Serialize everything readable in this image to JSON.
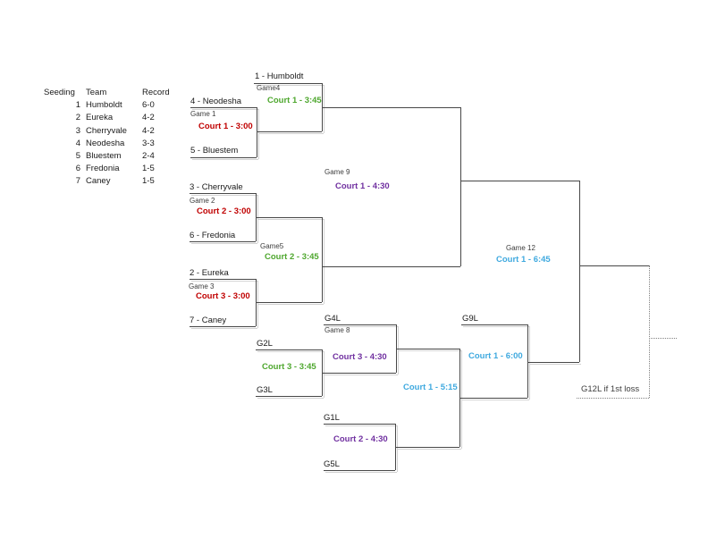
{
  "colors": {
    "schedule_red": "#C00000",
    "schedule_green": "#4EA72E",
    "schedule_purple": "#7030A0",
    "schedule_blue": "#3FA9DF",
    "bracket_line": "#474747"
  },
  "seeding": {
    "headers": [
      "Seeding",
      "Team",
      "Record"
    ],
    "rows": [
      {
        "seed": "1",
        "team": "Humboldt",
        "record": "6-0"
      },
      {
        "seed": "2",
        "team": "Eureka",
        "record": "4-2"
      },
      {
        "seed": "3",
        "team": "Cherryvale",
        "record": "4-2"
      },
      {
        "seed": "4",
        "team": "Neodesha",
        "record": "3-3"
      },
      {
        "seed": "5",
        "team": "Bluestem",
        "record": "2-4"
      },
      {
        "seed": "6",
        "team": "Fredonia",
        "record": "1-5"
      },
      {
        "seed": "7",
        "team": "Caney",
        "record": "1-5"
      }
    ]
  },
  "bracket": {
    "games": {
      "game1": {
        "label": "Game 1",
        "schedule": "Court 1 - 3:00",
        "color": "#C00000",
        "top_team": "4 - Neodesha",
        "bottom_team": "5 - Bluestem"
      },
      "game2": {
        "label": "Game 2",
        "schedule": "Court 2 - 3:00",
        "color": "#C00000",
        "top_team": "3 - Cherryvale",
        "bottom_team": "6 - Fredonia"
      },
      "game3": {
        "label": "Game 3",
        "schedule": "Court 3 - 3:00",
        "color": "#C00000",
        "top_team": "2 - Eureka",
        "bottom_team": "7 - Caney"
      },
      "game4": {
        "label": "Game4",
        "schedule": "Court 1 - 3:45",
        "color": "#4EA72E",
        "top_team": "1 - Humboldt"
      },
      "game5": {
        "label": "Game5",
        "schedule": "Court 2 - 3:45",
        "color": "#4EA72E"
      },
      "game6": {
        "schedule": "Court 3 - 3:45",
        "color": "#4EA72E",
        "top_team": "G2L",
        "bottom_team": "G3L"
      },
      "game7": {
        "schedule": "Court 2 - 4:30",
        "color": "#7030A0",
        "top_team": "G1L",
        "bottom_team": "G5L"
      },
      "game8": {
        "label": "Game 8",
        "schedule": "Court 3 - 4:30",
        "color": "#7030A0",
        "top_team": "G4L"
      },
      "game9": {
        "label": "Game 9",
        "schedule": "Court 1 - 4:30",
        "color": "#7030A0"
      },
      "game10": {
        "schedule": "Court 1 - 5:15",
        "color": "#3FA9DF"
      },
      "game11": {
        "schedule": "Court 1 - 6:00",
        "color": "#3FA9DF",
        "top_team": "G9L"
      },
      "game12": {
        "label": "Game 12",
        "schedule": "Court 1 - 6:45",
        "color": "#3FA9DF"
      }
    },
    "note": "G12L if 1st loss"
  }
}
